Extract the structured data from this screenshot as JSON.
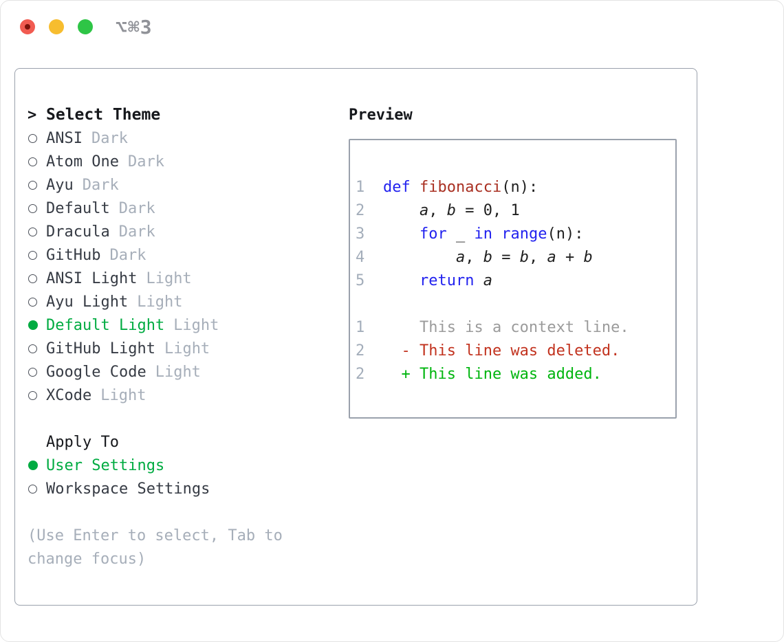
{
  "titlebar": {
    "shortcut": "⌥⌘3"
  },
  "colors": {
    "accent_green": "#00ab41",
    "keyword_blue": "#2222ef",
    "function_red": "#a93022",
    "diff_deleted_red": "#c2331f",
    "diff_added_green": "#00b50f",
    "muted_gray": "#a6aeb9",
    "panel_border": "#9aa1ac",
    "traffic_red": "#f15b51",
    "traffic_yellow": "#f7bd2f",
    "traffic_green": "#2ec546"
  },
  "theme_list": {
    "caret": ">",
    "heading": "Select Theme",
    "items": [
      {
        "name": "ANSI",
        "tag": "Dark",
        "selected": false
      },
      {
        "name": "Atom One",
        "tag": "Dark",
        "selected": false
      },
      {
        "name": "Ayu",
        "tag": "Dark",
        "selected": false
      },
      {
        "name": "Default",
        "tag": "Dark",
        "selected": false
      },
      {
        "name": "Dracula",
        "tag": "Dark",
        "selected": false
      },
      {
        "name": "GitHub",
        "tag": "Dark",
        "selected": false
      },
      {
        "name": "ANSI Light",
        "tag": "Light",
        "selected": false
      },
      {
        "name": "Ayu Light",
        "tag": "Light",
        "selected": false
      },
      {
        "name": "Default Light",
        "tag": "Light",
        "selected": true
      },
      {
        "name": "GitHub Light",
        "tag": "Light",
        "selected": false
      },
      {
        "name": "Google Code",
        "tag": "Light",
        "selected": false
      },
      {
        "name": "XCode",
        "tag": "Light",
        "selected": false
      }
    ]
  },
  "apply_to": {
    "heading": "Apply To",
    "options": [
      {
        "label": "User Settings",
        "selected": true
      },
      {
        "label": "Workspace Settings",
        "selected": false
      }
    ]
  },
  "hint": {
    "line1": "(Use Enter to select, Tab to",
    "line2": "change focus)"
  },
  "preview": {
    "heading": "Preview",
    "code_lines": [
      {
        "num": "1",
        "tokens": [
          {
            "text": "def ",
            "style": "kw"
          },
          {
            "text": "fibonacci",
            "style": "fn"
          },
          {
            "text": "(n):",
            "style": "plain"
          }
        ]
      },
      {
        "num": "2",
        "tokens": [
          {
            "text": "    ",
            "style": "plain"
          },
          {
            "text": "a",
            "style": "var"
          },
          {
            "text": ", ",
            "style": "plain"
          },
          {
            "text": "b",
            "style": "var"
          },
          {
            "text": " = 0, 1",
            "style": "plain"
          }
        ]
      },
      {
        "num": "3",
        "tokens": [
          {
            "text": "    ",
            "style": "plain"
          },
          {
            "text": "for",
            "style": "kw"
          },
          {
            "text": " _ ",
            "style": "plain"
          },
          {
            "text": "in",
            "style": "kw"
          },
          {
            "text": " ",
            "style": "plain"
          },
          {
            "text": "range",
            "style": "kw"
          },
          {
            "text": "(n):",
            "style": "plain"
          }
        ]
      },
      {
        "num": "4",
        "tokens": [
          {
            "text": "        ",
            "style": "plain"
          },
          {
            "text": "a",
            "style": "var"
          },
          {
            "text": ", ",
            "style": "plain"
          },
          {
            "text": "b",
            "style": "var"
          },
          {
            "text": " = ",
            "style": "plain"
          },
          {
            "text": "b",
            "style": "var"
          },
          {
            "text": ", ",
            "style": "plain"
          },
          {
            "text": "a",
            "style": "var"
          },
          {
            "text": " + ",
            "style": "plain"
          },
          {
            "text": "b",
            "style": "var"
          }
        ]
      },
      {
        "num": "5",
        "tokens": [
          {
            "text": "    ",
            "style": "plain"
          },
          {
            "text": "return",
            "style": "kw"
          },
          {
            "text": " ",
            "style": "plain"
          },
          {
            "text": "a",
            "style": "var"
          }
        ]
      }
    ],
    "diff_lines": [
      {
        "num": "1",
        "style": "context",
        "text": "    This is a context line."
      },
      {
        "num": "2",
        "style": "deleted",
        "text": "  - This line was deleted."
      },
      {
        "num": "2",
        "style": "added",
        "text": "  + This line was added."
      }
    ]
  }
}
